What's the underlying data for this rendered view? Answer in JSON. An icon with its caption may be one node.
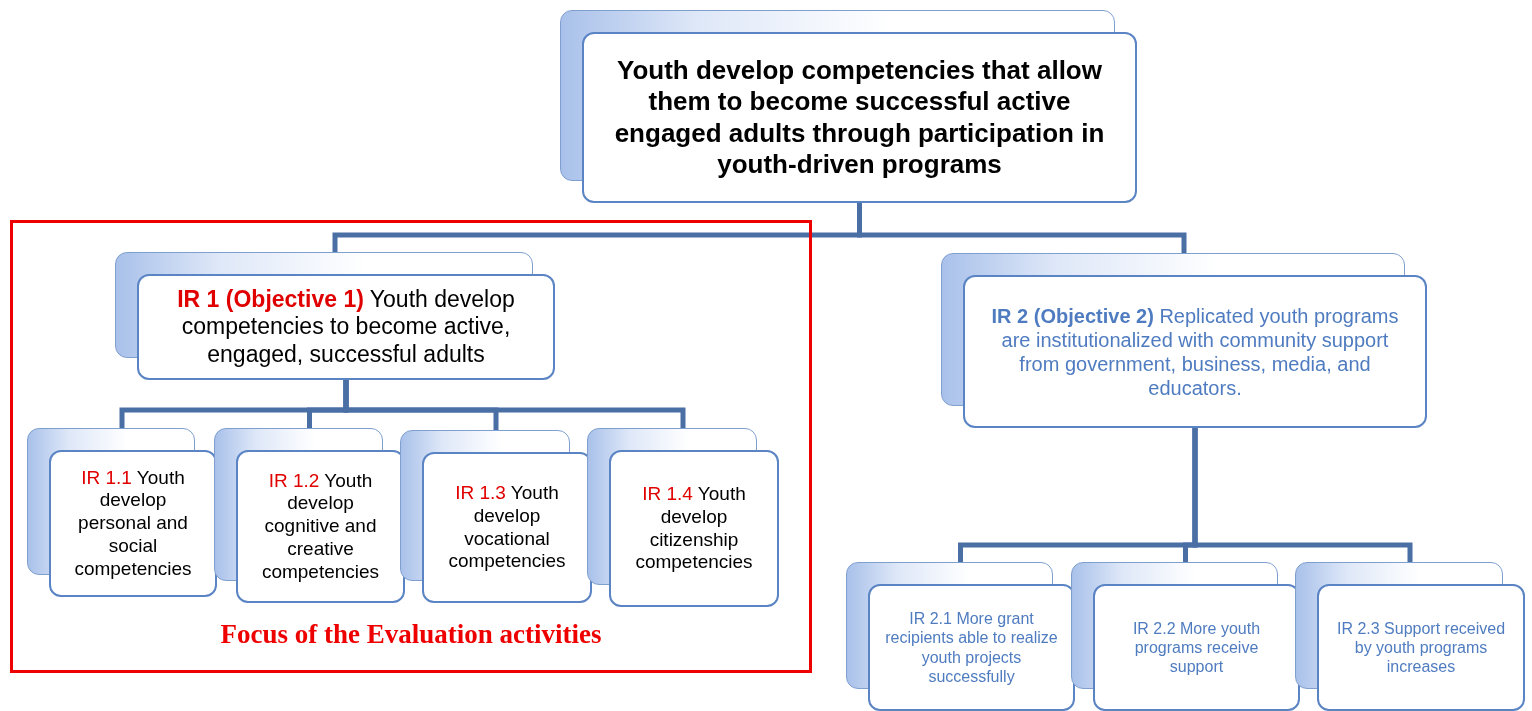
{
  "diagram": {
    "nodes": [
      {
        "text": [
          "Youth develop competencies that allow them to become successful active engaged adults through participation in youth-driven programs"
        ]
      },
      {
        "text": [
          "Focus of the Evaluation activities"
        ]
      },
      {
        "text": [
          "IR 1 (Objective 1)",
          "Youth develop competencies to become active, engaged, successful adults"
        ],
        "in": 1
      },
      {
        "text": [
          "IR 1.1",
          "Youth develop personal and social competencies"
        ],
        "in": 1
      },
      {
        "text": [
          "IR 1.2",
          "Youth develop cognitive and creative competencies"
        ],
        "in": 1
      },
      {
        "text": [
          "IR 1.3",
          "Youth develop vocational competencies"
        ],
        "in": 1
      },
      {
        "text": [
          "IR 1.4",
          "Youth develop citizenship competencies"
        ],
        "in": 1
      },
      {
        "text": [
          "IR 2 (Objective 2)",
          "Replicated youth programs are institutionalized with community support from government, business, media, and educators."
        ]
      },
      {
        "text": [
          "IR 2.1 More grant recipients able to realize youth projects successfully"
        ]
      },
      {
        "text": [
          "IR 2.2 More youth programs receive support"
        ]
      },
      {
        "text": [
          "IR 2.3 Support received by youth programs increases"
        ]
      }
    ],
    "edges": [
      {
        "from": 0,
        "to": 2,
        "arrow": "none"
      },
      {
        "from": 0,
        "to": 7,
        "arrow": "none"
      },
      {
        "from": 2,
        "to": 3,
        "arrow": "none"
      },
      {
        "from": 2,
        "to": 4,
        "arrow": "none"
      },
      {
        "from": 2,
        "to": 5,
        "arrow": "none"
      },
      {
        "from": 2,
        "to": 6,
        "arrow": "none"
      },
      {
        "from": 7,
        "to": 8,
        "arrow": "none"
      },
      {
        "from": 7,
        "to": 9,
        "arrow": "none"
      },
      {
        "from": 7,
        "to": 10,
        "arrow": "none"
      }
    ]
  }
}
